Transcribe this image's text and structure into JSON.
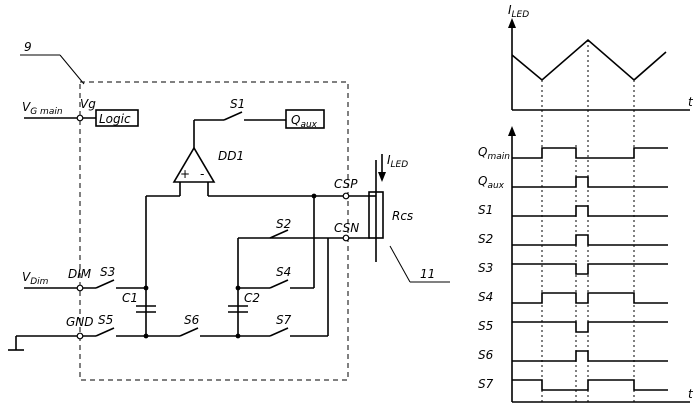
{
  "circuit": {
    "block_number": "9",
    "rcs_number": "11",
    "vg_main": {
      "main": "V",
      "sub": "G main"
    },
    "vg": "Vg",
    "logic": "Logic",
    "s1": "S1",
    "qaux_box": {
      "main": "Q",
      "sub": "aux"
    },
    "dd1": "DD1",
    "plus": "+",
    "minus": "-",
    "iled": {
      "main": "I",
      "sub": "LED"
    },
    "csp": "CSP",
    "csn": "CSN",
    "rcs": "Rcs",
    "s2": "S2",
    "s3": "S3",
    "s4": "S4",
    "s5": "S5",
    "s6": "S6",
    "s7": "S7",
    "c1": "C1",
    "c2": "C2",
    "vdim": {
      "main": "V",
      "sub": "Dim"
    },
    "dim": "DIM",
    "gnd": "GND"
  },
  "timing": {
    "iled_axis": {
      "main": "I",
      "sub": "LED"
    },
    "t_top": "t",
    "t_bottom": "t",
    "signals": [
      {
        "name": "Q",
        "sub": "main",
        "levels": [
          0,
          1,
          0,
          0,
          1
        ]
      },
      {
        "name": "Q",
        "sub": "aux",
        "levels": [
          0,
          0,
          1,
          0,
          0
        ]
      },
      {
        "name": "S1",
        "sub": "",
        "levels": [
          0,
          0,
          1,
          0,
          0
        ]
      },
      {
        "name": "S2",
        "sub": "",
        "levels": [
          0,
          0,
          1,
          0,
          0
        ]
      },
      {
        "name": "S3",
        "sub": "",
        "levels": [
          1,
          1,
          0,
          1,
          1
        ]
      },
      {
        "name": "S4",
        "sub": "",
        "levels": [
          0,
          1,
          0,
          1,
          0
        ]
      },
      {
        "name": "S5",
        "sub": "",
        "levels": [
          1,
          1,
          0,
          1,
          1
        ]
      },
      {
        "name": "S6",
        "sub": "",
        "levels": [
          0,
          0,
          1,
          0,
          0
        ]
      },
      {
        "name": "S7",
        "sub": "",
        "levels": [
          1,
          0,
          0,
          1,
          0
        ]
      }
    ]
  }
}
